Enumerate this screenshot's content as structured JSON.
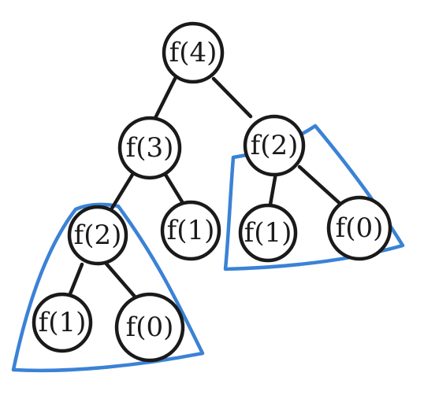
{
  "diagram": {
    "type": "recursion-tree",
    "nodes": [
      {
        "id": "root",
        "label": "f(4)"
      },
      {
        "id": "left",
        "label": "f(3)"
      },
      {
        "id": "right",
        "label": "f(2)"
      },
      {
        "id": "left-left",
        "label": "f(2)"
      },
      {
        "id": "left-right",
        "label": "f(1)"
      },
      {
        "id": "right-left",
        "label": "f(1)"
      },
      {
        "id": "right-right",
        "label": "f(0)"
      },
      {
        "id": "left-left-left",
        "label": "f(1)"
      },
      {
        "id": "left-left-right",
        "label": "f(0)"
      }
    ],
    "edges": [
      [
        "root",
        "left"
      ],
      [
        "root",
        "right"
      ],
      [
        "left",
        "left-left"
      ],
      [
        "left",
        "left-right"
      ],
      [
        "right",
        "right-left"
      ],
      [
        "right",
        "right-right"
      ],
      [
        "left-left",
        "left-left-left"
      ],
      [
        "left-left",
        "left-left-right"
      ]
    ],
    "highlighted_subtrees": [
      "left-left",
      "right"
    ],
    "highlight_color": "#3b82d6",
    "ink_color": "#1a1a1a"
  }
}
